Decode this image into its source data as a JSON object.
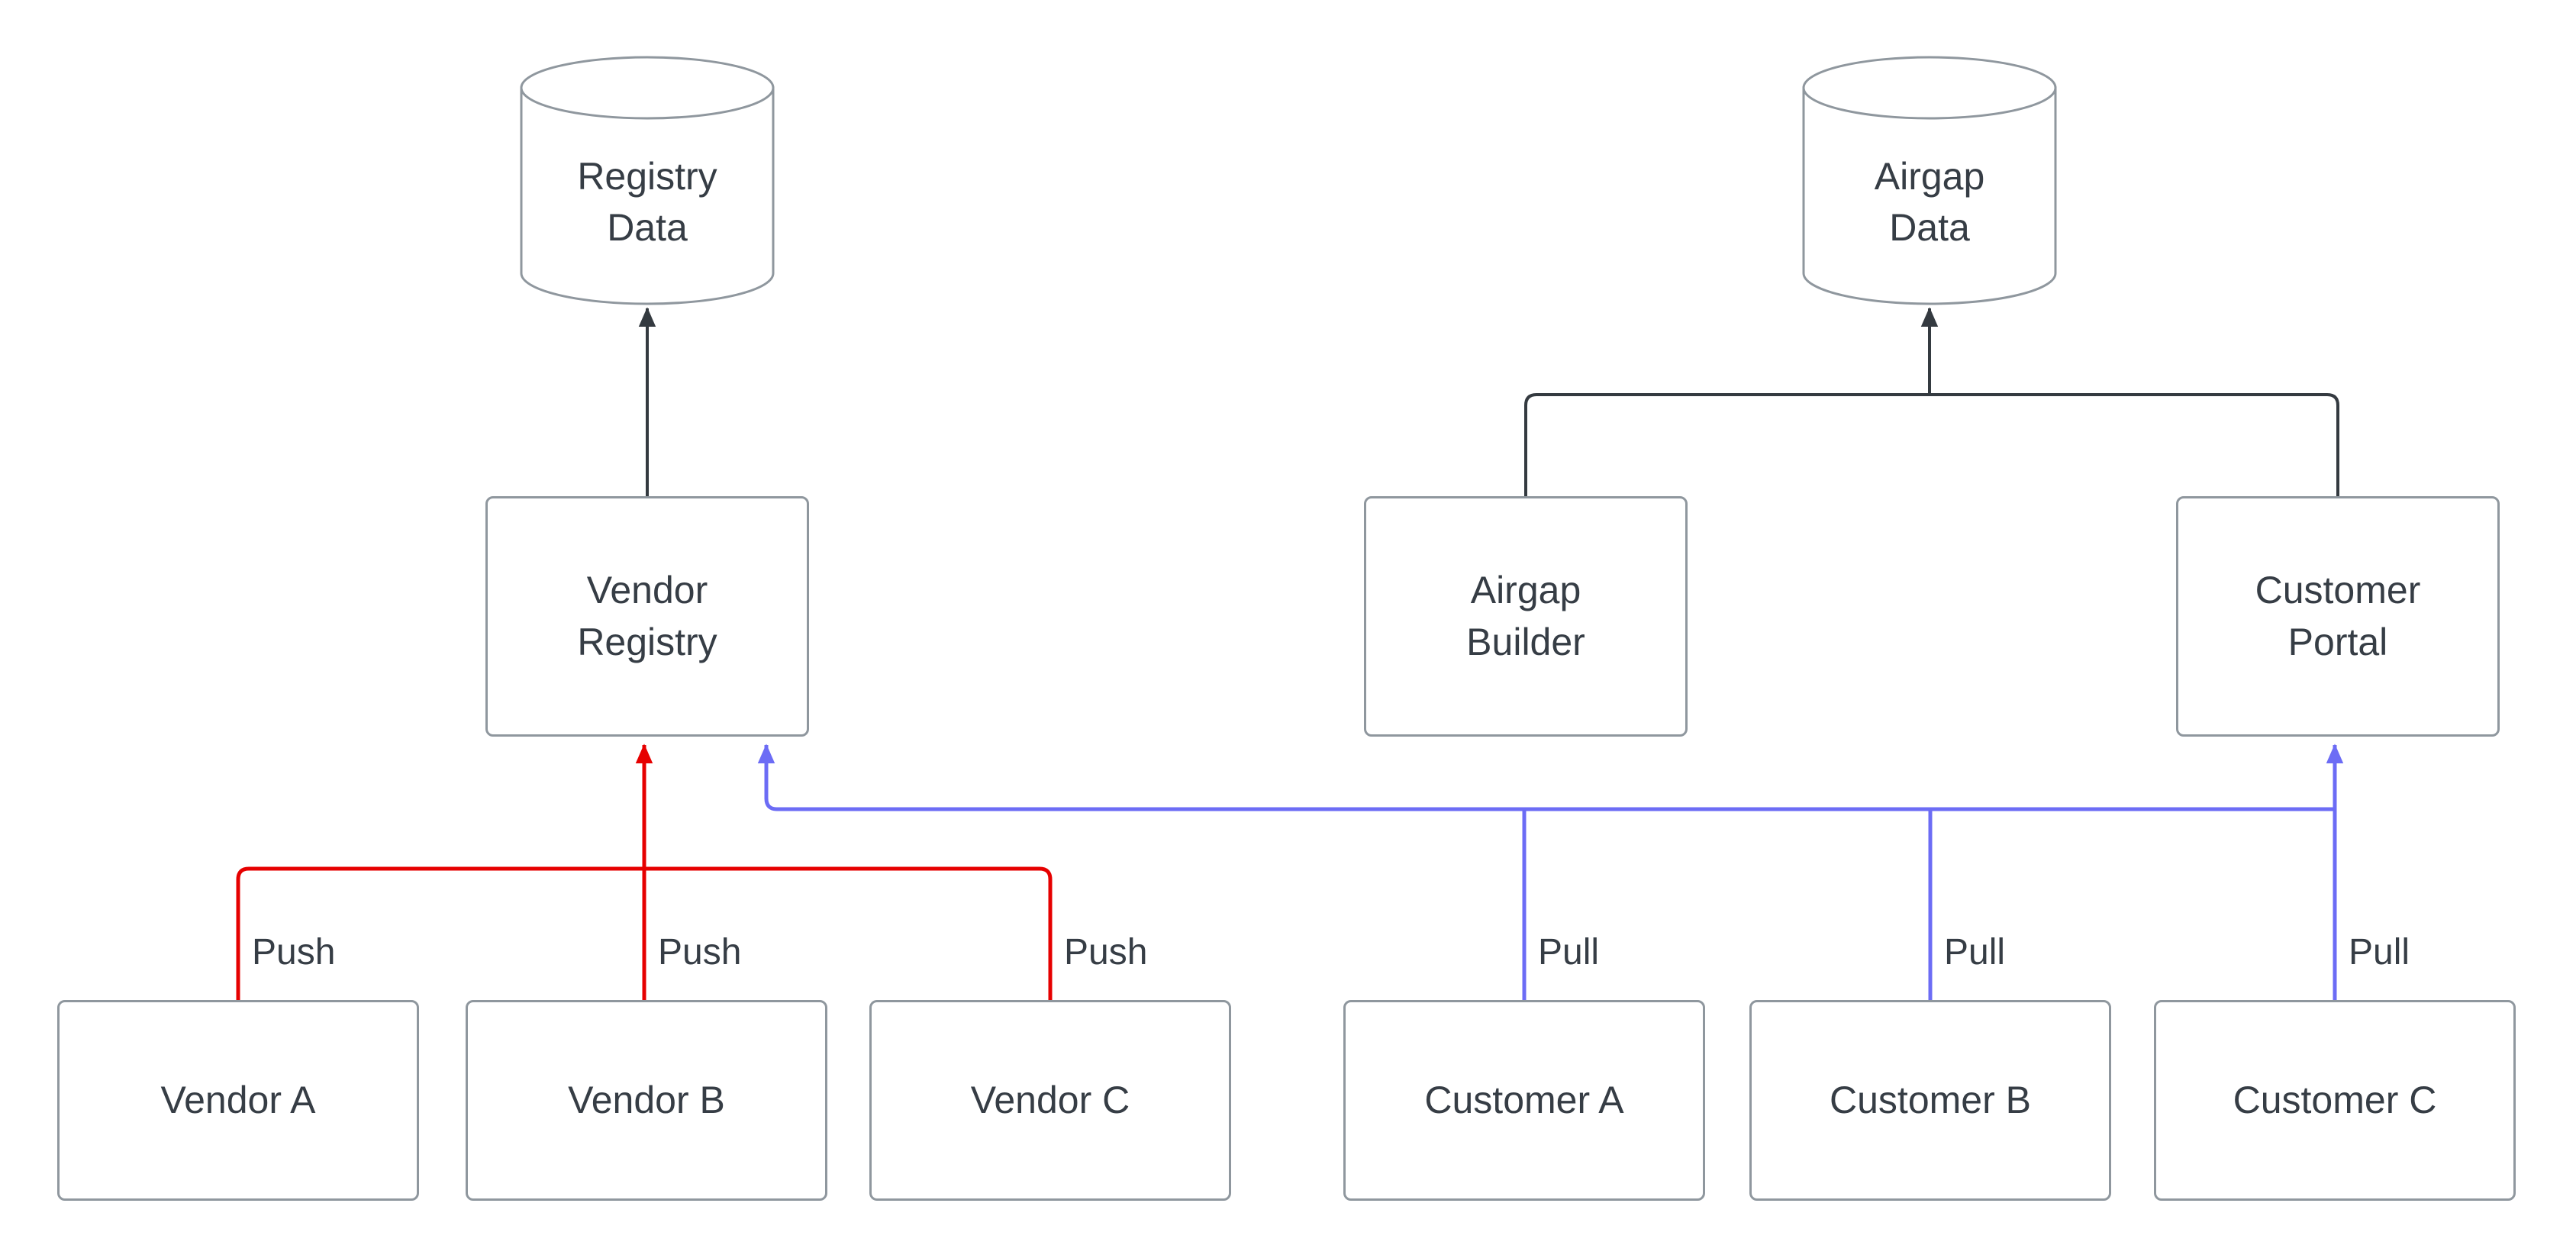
{
  "colors": {
    "node_border": "#8f979e",
    "text": "#363d45",
    "edge_dark": "#343a40",
    "edge_push": "#e60000",
    "edge_pull": "#6c6cf5",
    "background": "#ffffff"
  },
  "nodes": {
    "registry_data": {
      "label": "Registry\nData",
      "shape": "cylinder"
    },
    "airgap_data": {
      "label": "Airgap\nData",
      "shape": "cylinder"
    },
    "vendor_registry": {
      "label": "Vendor\nRegistry",
      "shape": "box"
    },
    "airgap_builder": {
      "label": "Airgap\nBuilder",
      "shape": "box"
    },
    "customer_portal": {
      "label": "Customer\nPortal",
      "shape": "box"
    },
    "vendor_a": {
      "label": "Vendor A",
      "shape": "box"
    },
    "vendor_b": {
      "label": "Vendor B",
      "shape": "box"
    },
    "vendor_c": {
      "label": "Vendor C",
      "shape": "box"
    },
    "customer_a": {
      "label": "Customer A",
      "shape": "box"
    },
    "customer_b": {
      "label": "Customer B",
      "shape": "box"
    },
    "customer_c": {
      "label": "Customer C",
      "shape": "box"
    }
  },
  "edge_labels": {
    "push_a": "Push",
    "push_b": "Push",
    "push_c": "Push",
    "pull_a": "Pull",
    "pull_b": "Pull",
    "pull_c": "Pull"
  }
}
